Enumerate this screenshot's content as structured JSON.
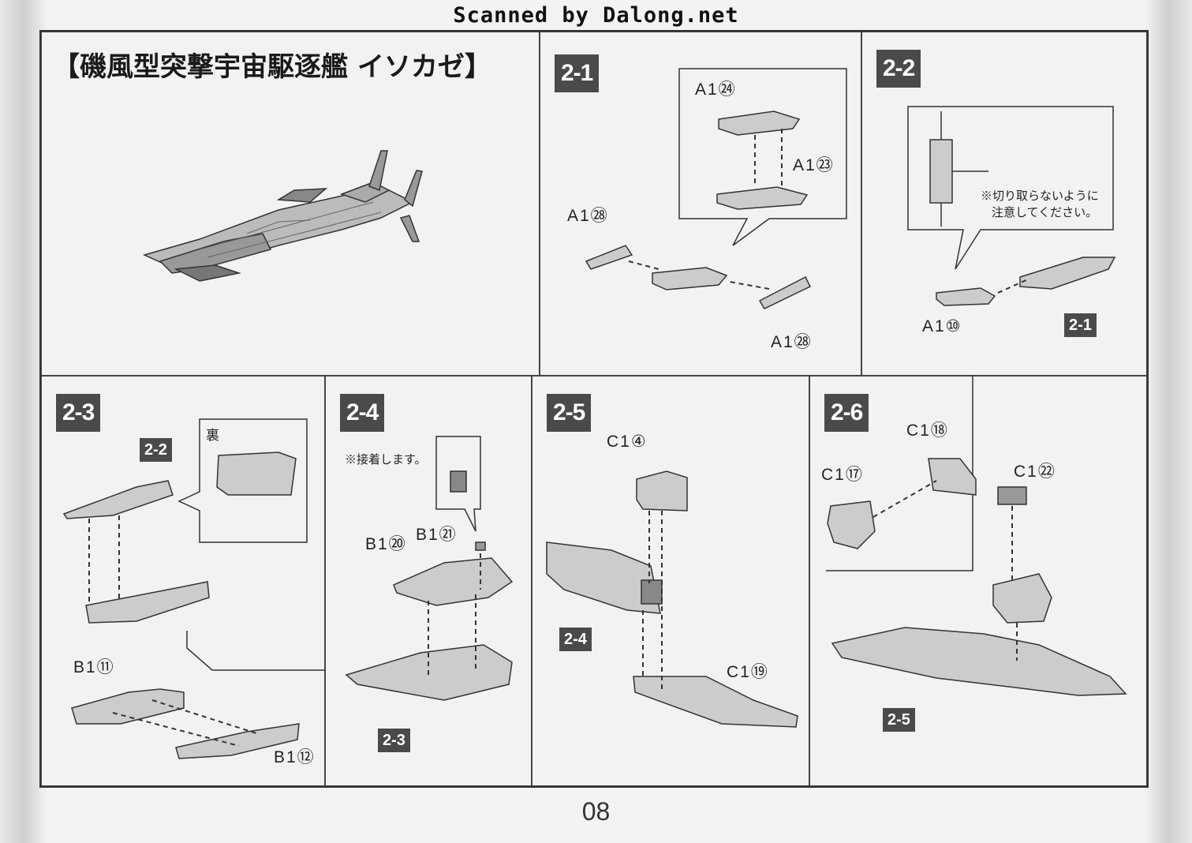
{
  "header": {
    "scan_credit": "Scanned by Dalong.net"
  },
  "title": "【磯風型突撃宇宙駆逐艦 イソカゼ】",
  "steps": {
    "s21": {
      "tag": "2-1",
      "parts": [
        "A1㉔",
        "A1㉓",
        "A1㉘",
        "A1㉘"
      ]
    },
    "s22": {
      "tag": "2-2",
      "ref": "2-1",
      "part": "A1⑩",
      "note_line1": "※切り取らないように",
      "note_line2": "注意してください。"
    },
    "s23": {
      "tag": "2-3",
      "ref": "2-2",
      "back_label": "裏",
      "parts": [
        "B1⑪",
        "B1⑫"
      ]
    },
    "s24": {
      "tag": "2-4",
      "ref": "2-3",
      "note": "※接着します。",
      "parts": [
        "B1⑳",
        "B1㉑"
      ]
    },
    "s25": {
      "tag": "2-5",
      "ref": "2-4",
      "parts": [
        "C1④",
        "C1⑲"
      ]
    },
    "s26": {
      "tag": "2-6",
      "ref": "2-5",
      "parts": [
        "C1⑰",
        "C1⑱",
        "C1㉒"
      ]
    }
  },
  "page_number": "08"
}
